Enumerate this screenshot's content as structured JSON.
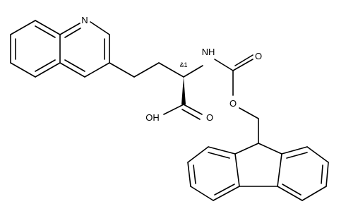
{
  "molecule": {
    "labels": {
      "quinoline_nitrogen": "N",
      "carbamate_nh": "NH",
      "carbamate_carbonyl_o": "O",
      "carbamate_ether_o": "O",
      "acid_hydroxyl": "OH",
      "acid_carbonyl_o": "O",
      "stereo_descriptor": "&1"
    }
  }
}
